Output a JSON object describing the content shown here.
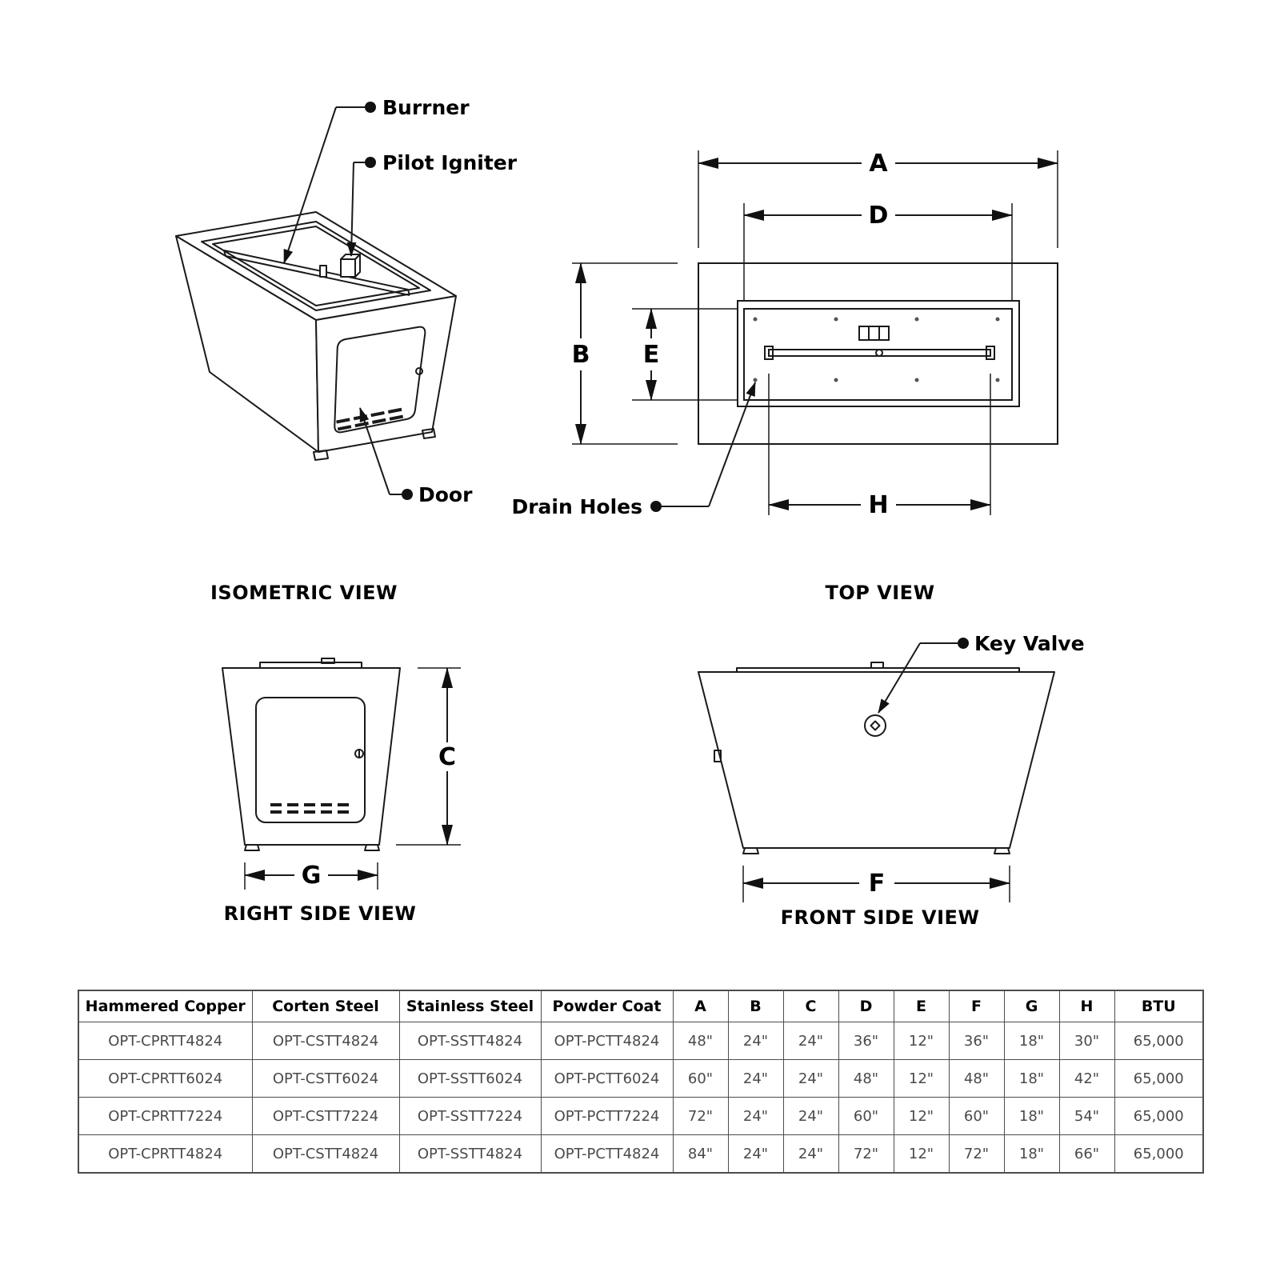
{
  "colors": {
    "line": "#1a1a1a",
    "label": "#000000",
    "table_border": "#4d4d4d",
    "table_text": "#4a4a4a"
  },
  "views": {
    "isometric": {
      "caption": "ISOMETRIC VIEW",
      "labels": {
        "burner": "Burrner",
        "pilot_igniter": "Pilot Igniter",
        "door": "Door"
      }
    },
    "top": {
      "caption": "TOP VIEW",
      "labels": {
        "drain_holes": "Drain Holes"
      },
      "dims": {
        "a": "A",
        "b": "B",
        "d": "D",
        "e": "E",
        "h": "H"
      }
    },
    "right_side": {
      "caption": "RIGHT SIDE VIEW",
      "dims": {
        "c": "C",
        "g": "G"
      }
    },
    "front_side": {
      "caption": "FRONT SIDE VIEW",
      "labels": {
        "key_valve": "Key Valve"
      },
      "dims": {
        "f": "F"
      }
    }
  },
  "specs_table": {
    "headers": [
      "Hammered Copper",
      "Corten Steel",
      "Stainless Steel",
      "Powder Coat",
      "A",
      "B",
      "C",
      "D",
      "E",
      "F",
      "G",
      "H",
      "BTU"
    ],
    "rows": [
      [
        "OPT-CPRTT4824",
        "OPT-CSTT4824",
        "OPT-SSTT4824",
        "OPT-PCTT4824",
        "48\"",
        "24\"",
        "24\"",
        "36\"",
        "12\"",
        "36\"",
        "18\"",
        "30\"",
        "65,000"
      ],
      [
        "OPT-CPRTT6024",
        "OPT-CSTT6024",
        "OPT-SSTT6024",
        "OPT-PCTT6024",
        "60\"",
        "24\"",
        "24\"",
        "48\"",
        "12\"",
        "48\"",
        "18\"",
        "42\"",
        "65,000"
      ],
      [
        "OPT-CPRTT7224",
        "OPT-CSTT7224",
        "OPT-SSTT7224",
        "OPT-PCTT7224",
        "72\"",
        "24\"",
        "24\"",
        "60\"",
        "12\"",
        "60\"",
        "18\"",
        "54\"",
        "65,000"
      ],
      [
        "OPT-CPRTT4824",
        "OPT-CSTT4824",
        "OPT-SSTT4824",
        "OPT-PCTT4824",
        "84\"",
        "24\"",
        "24\"",
        "72\"",
        "12\"",
        "72\"",
        "18\"",
        "66\"",
        "65,000"
      ]
    ]
  }
}
